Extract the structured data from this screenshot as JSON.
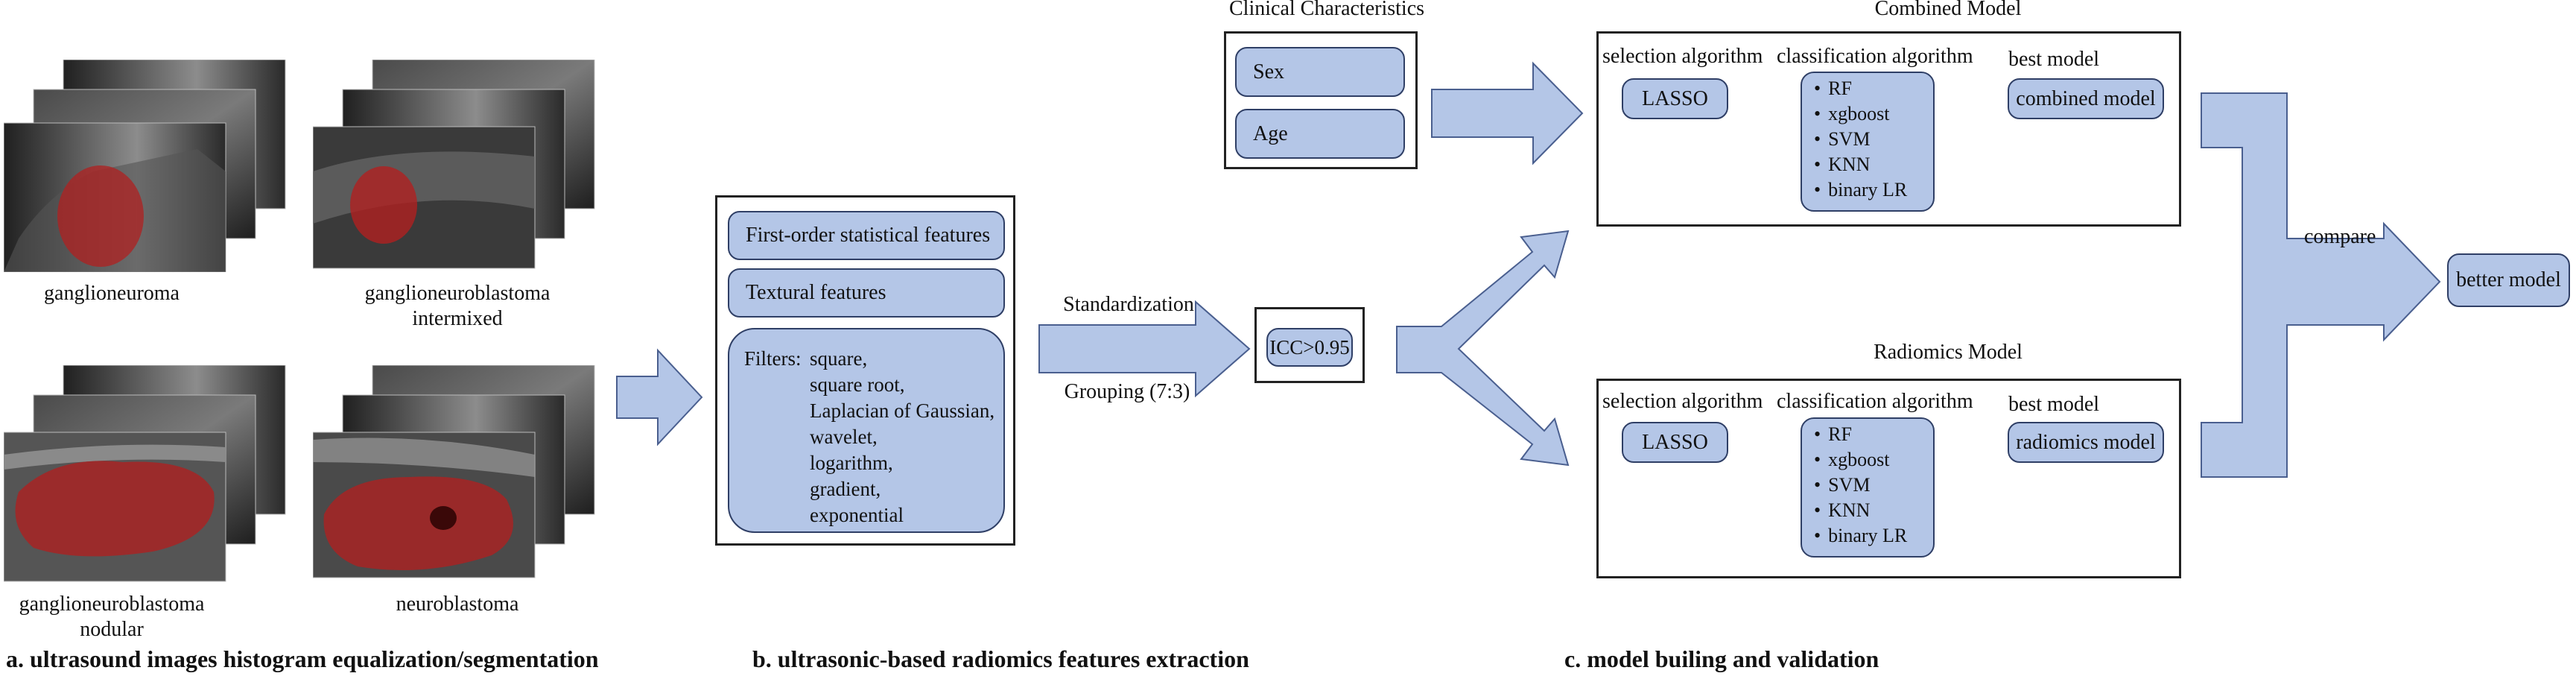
{
  "panel_a": {
    "images": [
      {
        "caption_line1": "ganglioneuroma",
        "caption_line2": ""
      },
      {
        "caption_line1": "ganglioneuroblastoma",
        "caption_line2": "intermixed"
      },
      {
        "caption_line1": "ganglioneuroblastoma",
        "caption_line2": "nodular"
      },
      {
        "caption_line1": "neuroblastoma",
        "caption_line2": ""
      }
    ],
    "section_label": "a. ultrasound images histogram equalization/segmentation"
  },
  "panel_b": {
    "feature_1": "First-order statistical features",
    "feature_2": "Textural features",
    "filters_head": "Filters:",
    "filters": [
      "square,",
      "square root,",
      "Laplacian of Gaussian,",
      "wavelet,",
      "logarithm,",
      "gradient,",
      "exponential"
    ],
    "section_label": "b. ultrasonic-based radiomics features extraction"
  },
  "middle": {
    "standardization": "Standardization",
    "grouping": "Grouping (7:3)",
    "icc": "ICC>0.95"
  },
  "clinical": {
    "title": "Clinical Characteristics",
    "items": [
      "Sex",
      "Age"
    ]
  },
  "combined_model": {
    "title": "Combined Model",
    "selection_label": "selection algorithm",
    "classification_label": "classification algorithm",
    "best_label": "best model",
    "selection": "LASSO",
    "algorithms": [
      "RF",
      "xgboost",
      "SVM",
      "KNN",
      "binary LR"
    ],
    "best": "combined model"
  },
  "radiomics_model": {
    "title": "Radiomics Model",
    "selection_label": "selection algorithm",
    "classification_label": "classification algorithm",
    "best_label": "best model",
    "selection": "LASSO",
    "algorithms": [
      "RF",
      "xgboost",
      "SVM",
      "KNN",
      "binary LR"
    ],
    "best": "radiomics model"
  },
  "compare": {
    "label": "compare",
    "result": "better model"
  },
  "panel_c": {
    "section_label": "c. model builing and validation"
  },
  "colors": {
    "arrow_fill": "#b4c6e7",
    "arrow_stroke": "#4a5f8f",
    "segmentation_overlay": "#b02020"
  }
}
